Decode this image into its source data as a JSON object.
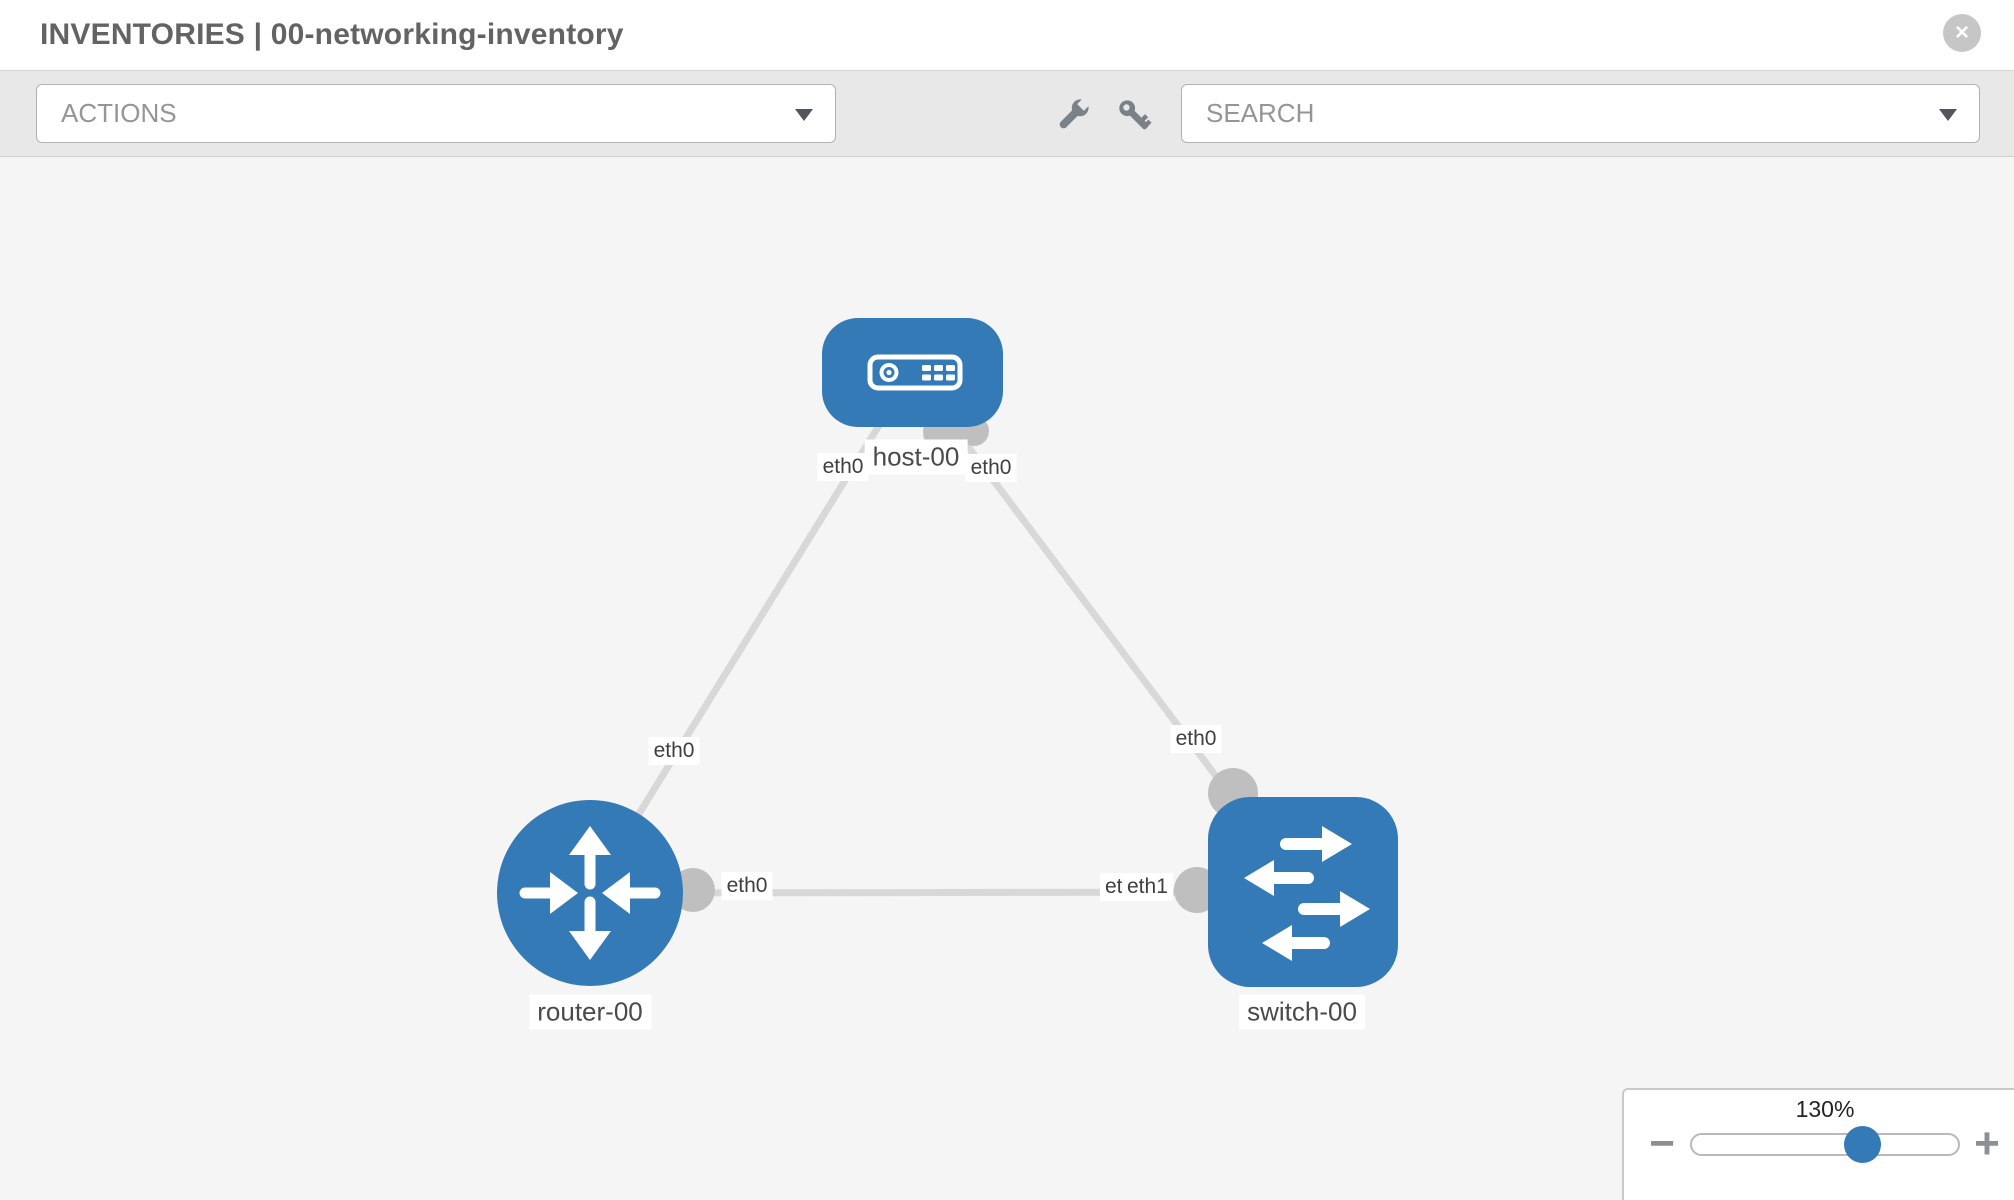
{
  "window": {
    "title_primary": "INVENTORIES",
    "title_separator": " | ",
    "title_secondary": "00-networking-inventory",
    "close_glyph": "×"
  },
  "toolbar": {
    "actions_label": "ACTIONS",
    "search_label": "SEARCH",
    "icons": [
      "wrench-icon",
      "key-icon"
    ]
  },
  "topology": {
    "nodes": [
      {
        "id": "host-00",
        "type": "host",
        "label": "host-00"
      },
      {
        "id": "router-00",
        "type": "router",
        "label": "router-00"
      },
      {
        "id": "switch-00",
        "type": "switch",
        "label": "switch-00"
      }
    ],
    "links": [
      {
        "source": "host-00",
        "source_interface": "eth0",
        "target": "router-00",
        "target_interface": "eth0"
      },
      {
        "source": "host-00",
        "source_interface": "eth0",
        "target": "switch-00",
        "target_interface": "eth0"
      },
      {
        "source": "router-00",
        "source_interface": "eth0",
        "target": "switch-00",
        "target_interface": "eth1"
      }
    ],
    "interface_labels": [
      {
        "text": "eth0",
        "position": "host-bottom-left"
      },
      {
        "text": "eth0",
        "position": "host-bottom-right"
      },
      {
        "text": "eth0",
        "position": "router-top-edge"
      },
      {
        "text": "eth0",
        "position": "switch-top-port"
      },
      {
        "text": "eth0",
        "position": "router-right-port"
      },
      {
        "text": "eth1",
        "position": "switch-left-port-back"
      },
      {
        "text": "eth1",
        "position": "switch-left-port-front"
      }
    ]
  },
  "zoom_control": {
    "value": "130%",
    "percent": 64,
    "minus_glyph": "−",
    "plus_glyph": "+"
  },
  "colors": {
    "node_blue": "#337ab7",
    "edge_gray": "#d8d8d8",
    "port_gray": "#bfbfbf",
    "toolbar_bg": "#e8e8e8",
    "canvas_bg": "#f5f5f5"
  }
}
